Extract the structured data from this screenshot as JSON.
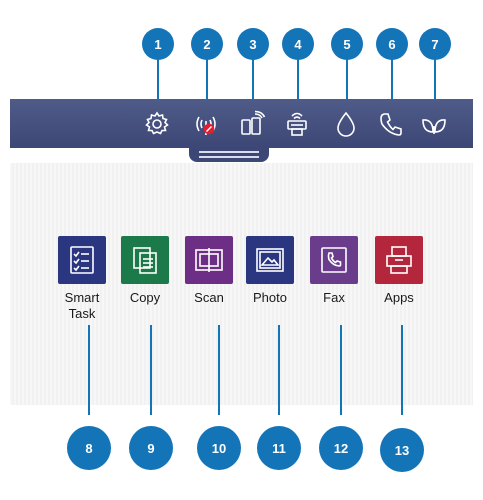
{
  "callouts_top": [
    "1",
    "2",
    "3",
    "4",
    "5",
    "6",
    "7"
  ],
  "callouts_bottom": [
    "8",
    "9",
    "10",
    "11",
    "12",
    "13"
  ],
  "status_bar": {
    "icons": [
      "gear-icon",
      "wireless-off-icon",
      "wifi-direct-icon",
      "network-icon",
      "ink-icon",
      "phone-icon",
      "leaf-icon"
    ]
  },
  "apps": [
    {
      "label": "Smart\nTask",
      "icon": "smart-task-icon",
      "color": "#2a3680"
    },
    {
      "label": "Copy",
      "icon": "copy-icon",
      "color": "#1c7a4a"
    },
    {
      "label": "Scan",
      "icon": "scan-icon",
      "color": "#6d2f86"
    },
    {
      "label": "Photo",
      "icon": "photo-icon",
      "color": "#2a3680"
    },
    {
      "label": "Fax",
      "icon": "fax-icon",
      "color": "#6a3d8c"
    },
    {
      "label": "Apps",
      "icon": "apps-icon",
      "color": "#b3263c"
    }
  ]
}
